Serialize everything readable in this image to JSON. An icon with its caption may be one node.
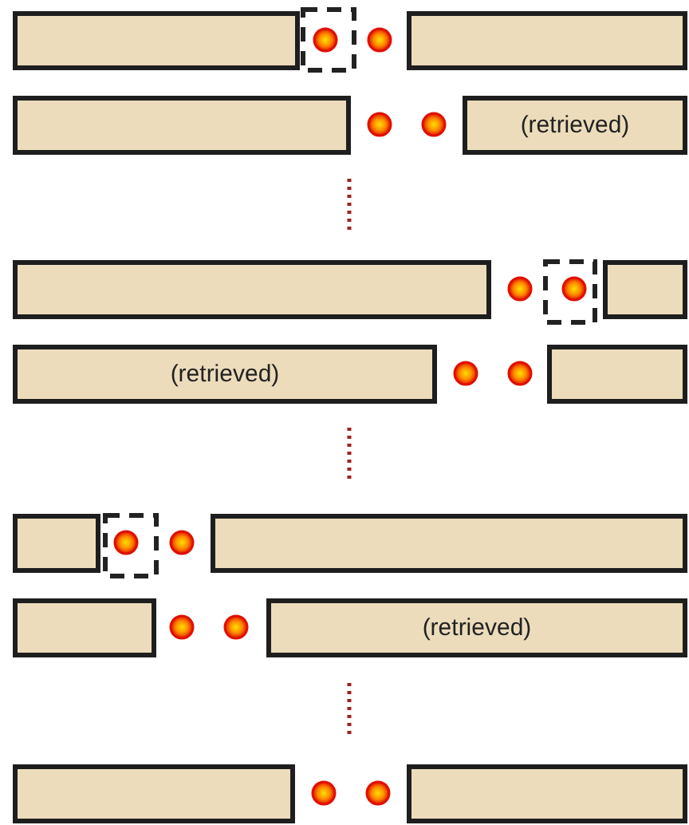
{
  "diagram": {
    "nodes": [
      {
        "text": [],
        "shape": "bar"
      },
      {
        "text": [],
        "shape": "bar"
      },
      {
        "text": [],
        "shape": "bar"
      },
      {
        "text": [
          "(retrieved)"
        ]
      },
      {
        "text": [],
        "shape": "bar"
      },
      {
        "text": [],
        "shape": "bar"
      },
      {
        "text": [
          "(retrieved)"
        ]
      },
      {
        "text": [],
        "shape": "bar"
      },
      {
        "text": [],
        "shape": "bar"
      },
      {
        "text": [],
        "shape": "bar"
      },
      {
        "text": [],
        "shape": "bar"
      },
      {
        "text": [
          "(retrieved)"
        ]
      },
      {
        "text": [],
        "shape": "bar"
      },
      {
        "text": [],
        "shape": "bar"
      }
    ]
  }
}
